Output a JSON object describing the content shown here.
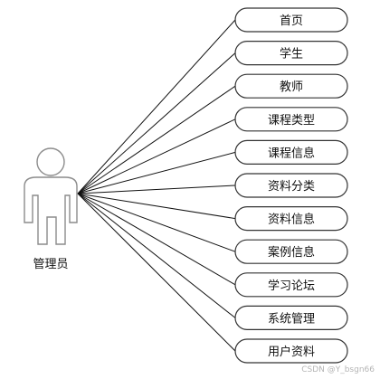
{
  "actor": {
    "label": "管理员"
  },
  "use_cases": [
    {
      "label": "首页"
    },
    {
      "label": "学生"
    },
    {
      "label": "教师"
    },
    {
      "label": "课程类型"
    },
    {
      "label": "课程信息"
    },
    {
      "label": "资料分类"
    },
    {
      "label": "资料信息"
    },
    {
      "label": "案例信息"
    },
    {
      "label": "学习论坛"
    },
    {
      "label": "系统管理"
    },
    {
      "label": "用户资料"
    }
  ],
  "watermark": "CSDN @Y_bsgn66"
}
